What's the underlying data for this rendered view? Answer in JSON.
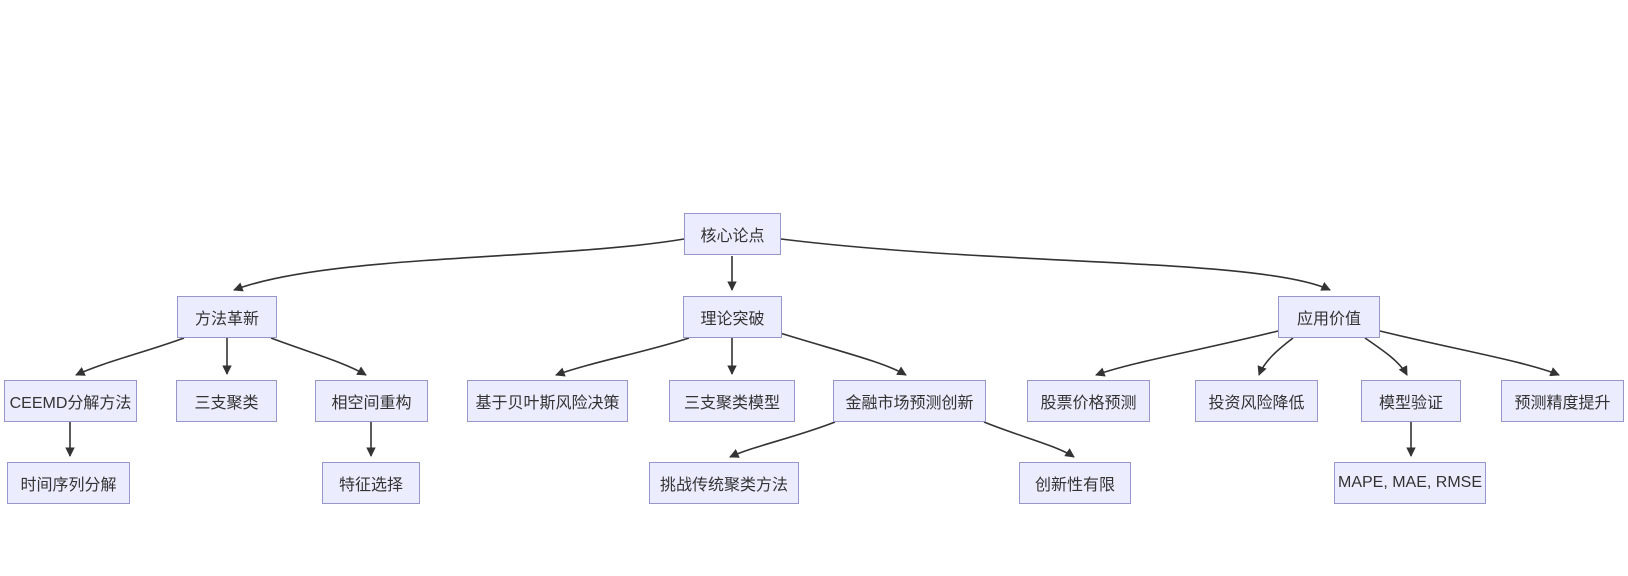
{
  "page": {
    "background": "#ffffff"
  },
  "diagram": {
    "type": "flowchart-top-down",
    "node_fill": "#ececff",
    "node_border": "#9696cc",
    "node_text_color": "#333333",
    "edge_color": "#333333",
    "nodes": {
      "core_thesis": "核心论点",
      "method_innovation": "方法革新",
      "theory_breakthrough": "理论突破",
      "application_value": "应用价值",
      "ceemd_decomposition": "CEEMD分解方法",
      "three_way_clustering": "三支聚类",
      "phase_space_reconstruction": "相空间重构",
      "bayesian_risk_decision": "基于贝叶斯风险决策",
      "three_way_clustering_model": "三支聚类模型",
      "financial_market_innovation": "金融市场预测创新",
      "stock_price_prediction": "股票价格预测",
      "investment_risk_reduction": "投资风险降低",
      "model_validation": "模型验证",
      "prediction_accuracy": "预测精度提升",
      "time_series_decomposition": "时间序列分解",
      "feature_selection": "特征选择",
      "challenge_traditional_clustering": "挑战传统聚类方法",
      "limited_innovation": "创新性有限",
      "metrics": "MAPE, MAE, RMSE"
    },
    "edges": [
      {
        "from": "核心论点",
        "to": "方法革新"
      },
      {
        "from": "核心论点",
        "to": "理论突破"
      },
      {
        "from": "核心论点",
        "to": "应用价值"
      },
      {
        "from": "方法革新",
        "to": "CEEMD分解方法"
      },
      {
        "from": "方法革新",
        "to": "三支聚类"
      },
      {
        "from": "方法革新",
        "to": "相空间重构"
      },
      {
        "from": "理论突破",
        "to": "基于贝叶斯风险决策"
      },
      {
        "from": "理论突破",
        "to": "三支聚类模型"
      },
      {
        "from": "理论突破",
        "to": "金融市场预测创新"
      },
      {
        "from": "应用价值",
        "to": "股票价格预测"
      },
      {
        "from": "应用价值",
        "to": "投资风险降低"
      },
      {
        "from": "应用价值",
        "to": "模型验证"
      },
      {
        "from": "应用价值",
        "to": "预测精度提升"
      },
      {
        "from": "CEEMD分解方法",
        "to": "时间序列分解"
      },
      {
        "from": "相空间重构",
        "to": "特征选择"
      },
      {
        "from": "金融市场预测创新",
        "to": "挑战传统聚类方法"
      },
      {
        "from": "金融市场预测创新",
        "to": "创新性有限"
      },
      {
        "from": "模型验证",
        "to": "MAPE, MAE, RMSE"
      }
    ]
  }
}
